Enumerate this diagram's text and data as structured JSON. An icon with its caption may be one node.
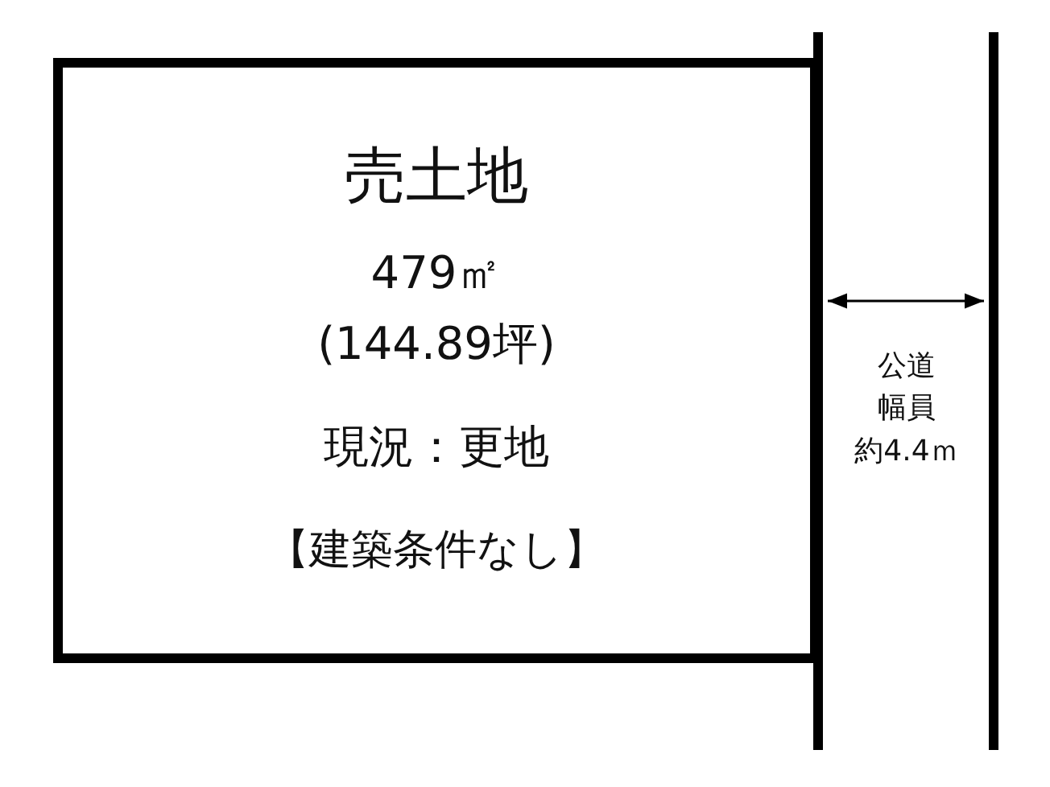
{
  "diagram": {
    "nodes": [
      {
        "text": [
          "売土地",
          "479㎡",
          "(144.89坪)",
          "現況：更地",
          "【建築条件なし】"
        ]
      }
    ],
    "labels": [
      "公道",
      "幅員",
      "約4.4ｍ"
    ]
  }
}
